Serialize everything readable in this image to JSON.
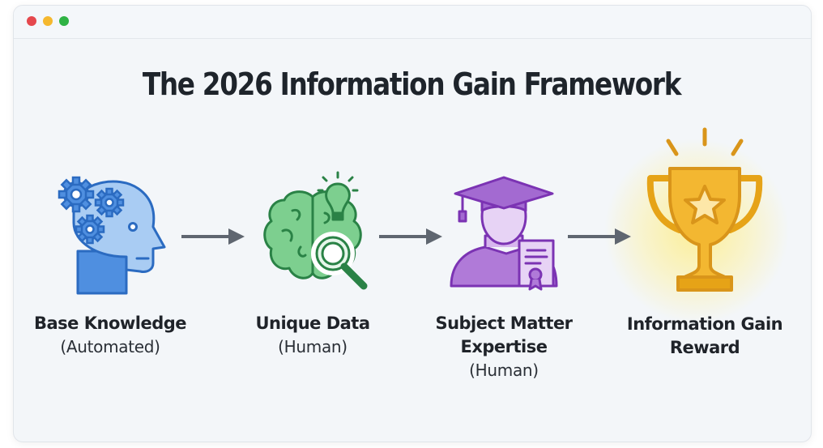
{
  "window": {
    "controls": [
      {
        "name": "close",
        "color": "#e5484d"
      },
      {
        "name": "minimize",
        "color": "#f5b82e"
      },
      {
        "name": "maximize",
        "color": "#2fb344"
      }
    ]
  },
  "title": "The 2026 Information Gain Framework",
  "steps": [
    {
      "label": "Base Knowledge",
      "sub": "(Automated)",
      "icon": "head-gears-icon",
      "color": "#3b7fd6"
    },
    {
      "label": "Unique Data",
      "sub": "(Human)",
      "icon": "brain-lightbulb-magnifier-icon",
      "color": "#2e9a4f"
    },
    {
      "label": "Subject Matter",
      "label2": "Expertise",
      "sub": "(Human)",
      "icon": "graduate-certificate-icon",
      "color": "#8a3fc2"
    },
    {
      "label": "Information Gain",
      "label2": "Reward",
      "sub": "",
      "icon": "trophy-star-icon",
      "color": "#e6a317"
    }
  ],
  "arrows": [
    {
      "from": 0,
      "to": 1,
      "color": "#5f6670"
    },
    {
      "from": 1,
      "to": 2,
      "color": "#5f6670"
    },
    {
      "from": 2,
      "to": 3,
      "color": "#5f6670"
    }
  ]
}
